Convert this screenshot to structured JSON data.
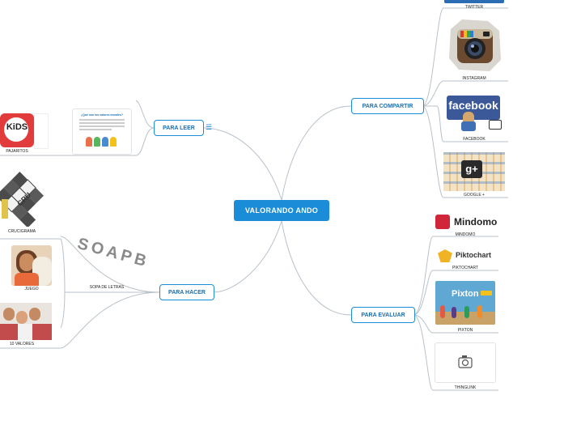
{
  "center": {
    "label": "VALORANDO ANDO"
  },
  "branches": {
    "compartir": {
      "label": "PARA COMPARTIR"
    },
    "leer": {
      "label": "PARA LEER"
    },
    "hacer": {
      "label": "PARA HACER"
    },
    "evaluar": {
      "label": "PARA EVALUAR"
    }
  },
  "compartir_items": [
    "TWITTER",
    "INSTAGRAM",
    "FACEBOOK",
    "GOOGLE +"
  ],
  "leer_items": [
    "PAJARITOS"
  ],
  "hacer_items": [
    "CRUCIGRAMA",
    "SOPA DE LETRAS",
    "JUEGO",
    "10 VALORES"
  ],
  "evaluar_items": [
    "MINDOMO",
    "PIKTOCHART",
    "PIXTON",
    "THINGLINK"
  ],
  "logos": {
    "facebook": "facebook",
    "mindomo": "Mindomo",
    "piktochart": "Piktochart",
    "pixton": "Pixton",
    "kids": "KiDS",
    "gplus": "g+",
    "crucigrama_letters": "CRU",
    "soap_letters": "SOAPB"
  },
  "note_card": {
    "title": "¿Qué son los valores morales?"
  },
  "colors": {
    "accent": "#1a8cd8",
    "line": "#b7bfc7"
  }
}
